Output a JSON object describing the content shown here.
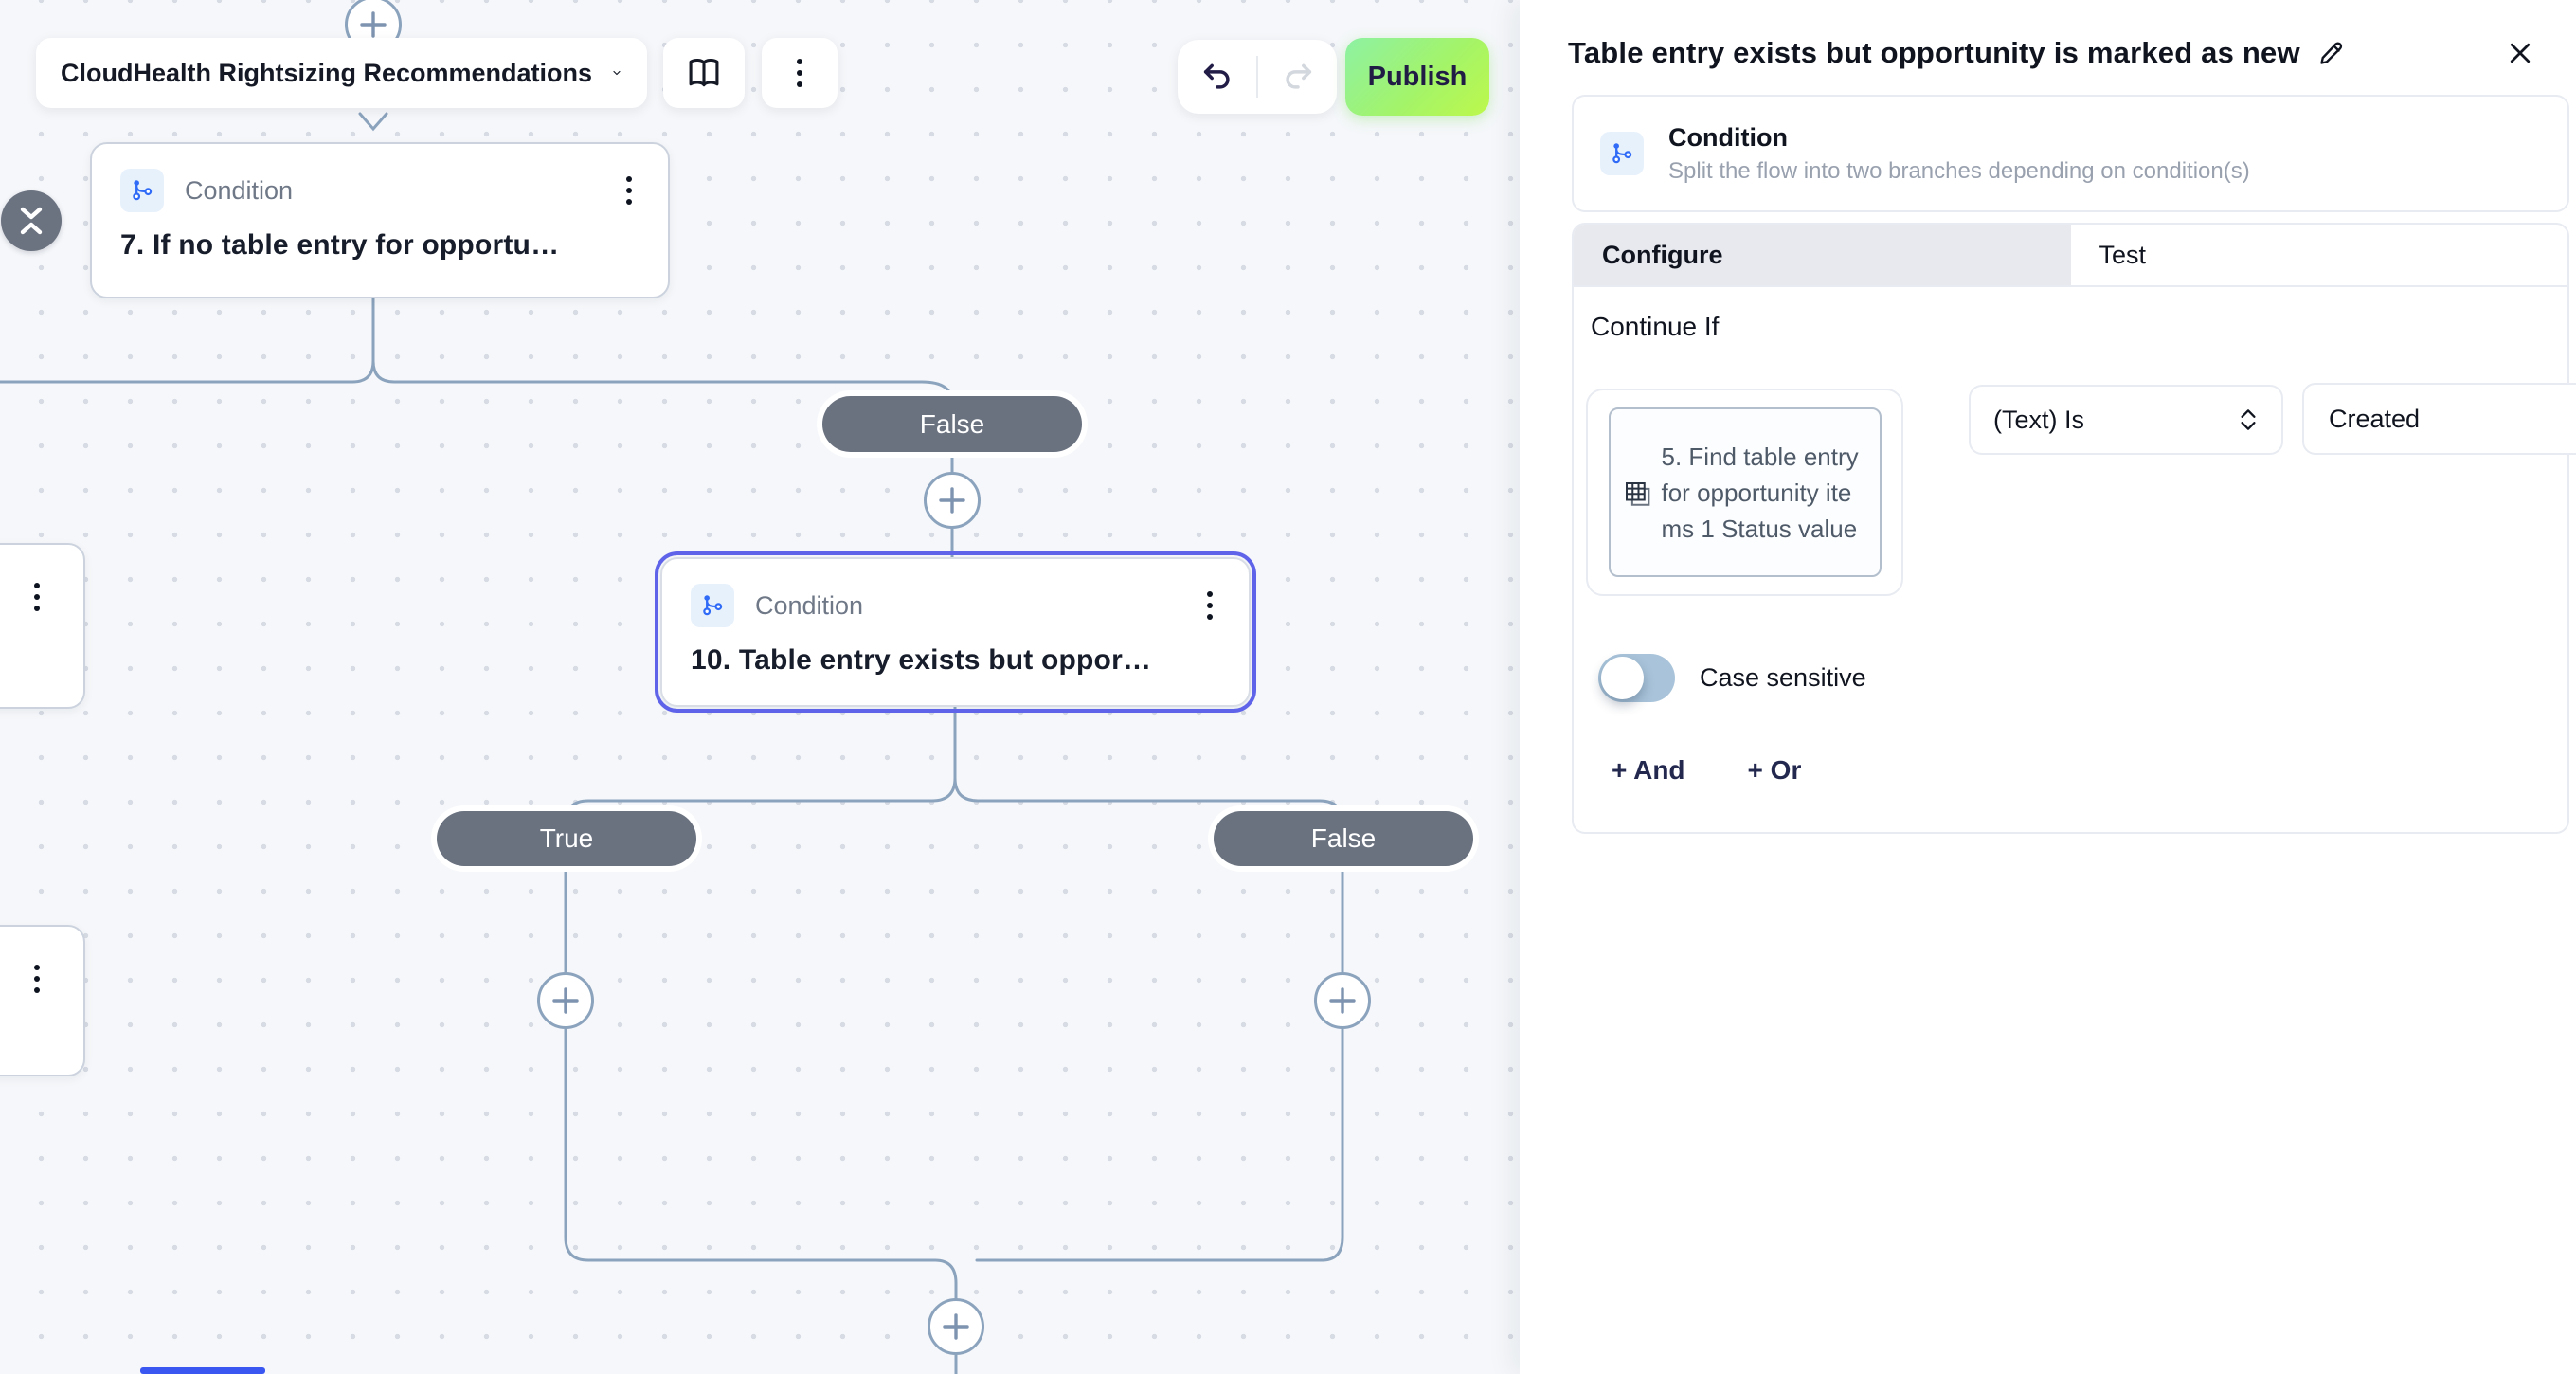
{
  "header": {
    "flow_name": "CloudHealth Rightsizing Recommendations",
    "publish_label": "Publish"
  },
  "canvas": {
    "node7": {
      "type_label": "Condition",
      "title": "7. If no table entry for opportu…"
    },
    "node10": {
      "type_label": "Condition",
      "title": "10. Table entry exists but oppor…"
    },
    "pills": {
      "false_top": "False",
      "true_left": "True",
      "false_right": "False"
    }
  },
  "panel": {
    "title": "Table entry exists but opportunity is marked as new",
    "step": {
      "name": "Condition",
      "description": "Split the flow into two branches depending on condition(s)"
    },
    "tabs": {
      "configure": "Configure",
      "test": "Test"
    },
    "section_label": "Continue If",
    "condition": {
      "operand1": "5. Find table entry for opportunity items 1 Status value",
      "operator": "(Text) Is",
      "operand2": "Created"
    },
    "case_sensitive_label": "Case sensitive",
    "add_and_label": "+ And",
    "add_or_label": "+ Or"
  },
  "colors": {
    "publish_gradient_start": "#8df1a3",
    "publish_gradient_end": "#bdf84b",
    "selected_node_outline": "#5f63e9",
    "branch_pill_bg": "#6a7280",
    "connector": "#8ca3bd",
    "toggle_track_off": "#a9c4da",
    "condition_icon_blue": "#2f6bf6",
    "link_navy": "#23284f"
  }
}
